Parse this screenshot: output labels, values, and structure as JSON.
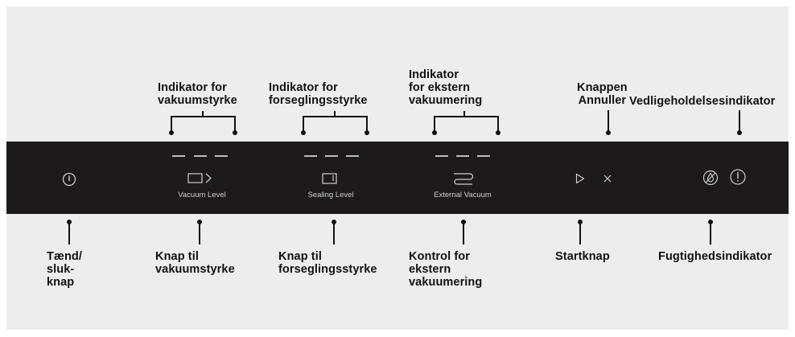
{
  "colors": {
    "background": "#ededee",
    "panel": "#1c1a1b",
    "panel_icon": "#cfcfcf",
    "indicator_dash": "#bdbdbd",
    "callout_text": "#111111"
  },
  "icons": {
    "power": "power-icon",
    "vacuum_level": "rectangle-chevron-icon",
    "sealing_level": "rectangle-icon",
    "external_vacuum": "hose-icon",
    "start": "play-icon",
    "cancel": "close-icon",
    "humidity": "no-drop-icon",
    "maintenance": "alert-circle-icon"
  },
  "panel": {
    "vacuum_level": "Vacuum Level",
    "sealing_level": "Sealing Level",
    "external_vacuum": "External Vacuum"
  },
  "callouts_top": {
    "vacuum_indicator": "Indikator for\nvakuumstyrke",
    "sealing_indicator": "Indikator for\nforseglingsstyrke",
    "external_indicator": "Indikator\nfor ekstern\nvakuumering",
    "cancel_button": "Knappen\nAnnuller",
    "maintenance_indicator": "Vedligeholdelsesindikator"
  },
  "callouts_bottom": {
    "power_button": "Tænd/\nsluk-\nknap",
    "vacuum_button": "Knap til\nvakuumstyrke",
    "sealing_button": "Knap til\nforseglingsstyrke",
    "external_control": "Kontrol for\nekstern\nvakuumering",
    "start_button": "Startknap",
    "humidity_indicator": "Fugtighedsindikator"
  }
}
